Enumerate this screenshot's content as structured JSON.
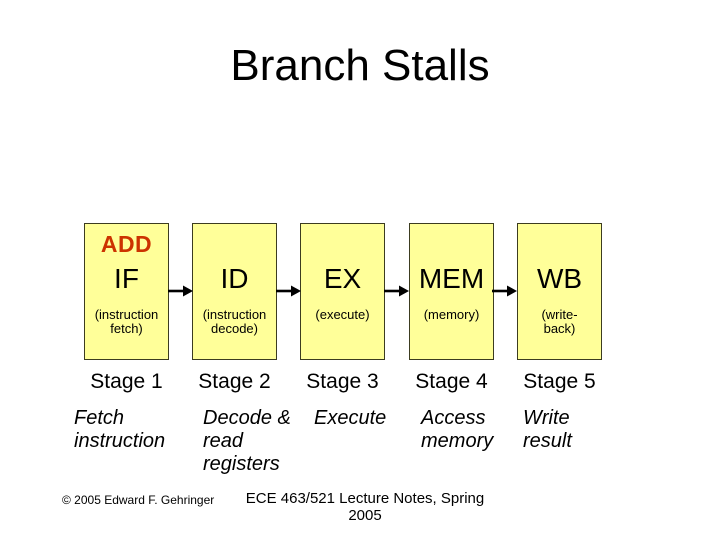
{
  "slide": {
    "title": "Branch Stalls",
    "instruction_label": "ADD",
    "stages": [
      {
        "abbr": "IF",
        "expansion": "(instruction\nfetch)",
        "stage": "Stage 1",
        "caption": "Fetch\ninstruction"
      },
      {
        "abbr": "ID",
        "expansion": "(instruction\ndecode)",
        "stage": "Stage 2",
        "caption": "Decode &\nread\nregisters"
      },
      {
        "abbr": "EX",
        "expansion": "(execute)",
        "stage": "Stage 3",
        "caption": "Execute"
      },
      {
        "abbr": "MEM",
        "expansion": "(memory)",
        "stage": "Stage 4",
        "caption": "Access\nmemory"
      },
      {
        "abbr": "WB",
        "expansion": "(write-\nback)",
        "stage": "Stage 5",
        "caption": "Write\nresult"
      }
    ],
    "footer_left": "© 2005 Edward F. Gehringer",
    "footer_center": "ECE 463/521 Lecture Notes, Spring 2005",
    "colors": {
      "background": "#FFFFFF",
      "box_fill": "#FFFF99",
      "box_border": "#3C3C20",
      "add_label": "#CC3300",
      "text": "#000000"
    }
  }
}
